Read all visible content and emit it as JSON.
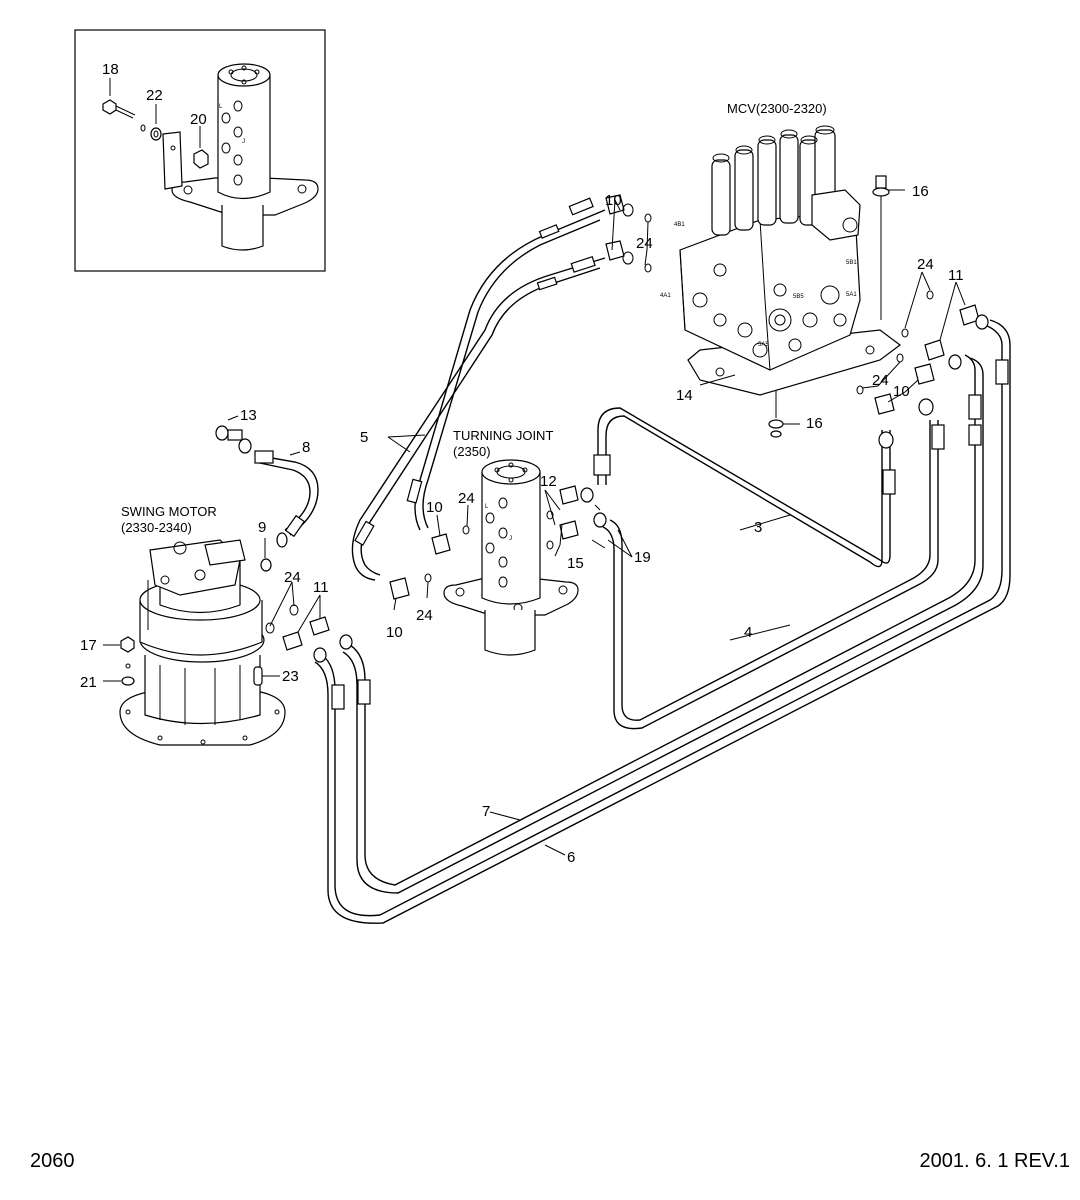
{
  "footer": {
    "page_number": "2060",
    "revision": "2001. 6. 1 REV.1"
  },
  "components": {
    "mcv": {
      "name": "MCV(2300-2320)"
    },
    "turning_joint": {
      "name": "TURNING JOINT",
      "code": "(2350)"
    },
    "swing_motor": {
      "name": "SWING MOTOR",
      "code": "(2330-2340)"
    }
  },
  "mcv_port_marks": [
    "4B1",
    "4A1",
    "5B5",
    "5A5",
    "5B1",
    "5A1"
  ],
  "turning_joint_port_marks": [
    "L",
    "J"
  ],
  "inset_port_marks": [
    "L",
    "J"
  ],
  "callouts": {
    "c18": "18",
    "c22": "22",
    "c20": "20",
    "c10a": "10",
    "c24a": "24",
    "c16a": "16",
    "c24b": "24",
    "c11a": "11",
    "c14": "14",
    "c24c": "24",
    "c10b": "10",
    "c16b": "16",
    "c13": "13",
    "c8": "8",
    "c5": "5",
    "c24d": "24",
    "c10c": "10",
    "c12": "12",
    "c15": "15",
    "c19": "19",
    "c3": "3",
    "c9": "9",
    "c24e": "24",
    "c11b": "11",
    "c24f": "24",
    "c10d": "10",
    "c17": "17",
    "c21": "21",
    "c23": "23",
    "c4": "4",
    "c7": "7",
    "c6": "6"
  }
}
